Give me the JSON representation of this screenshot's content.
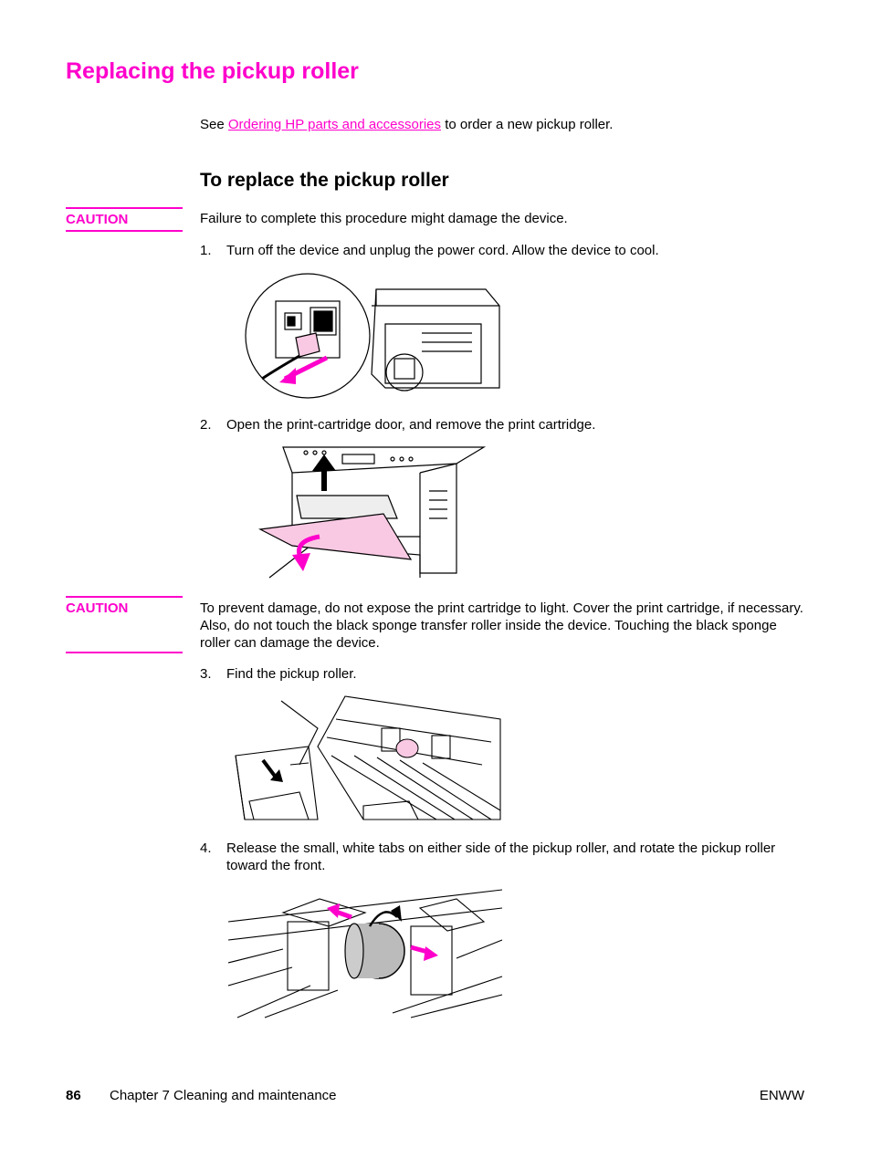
{
  "title": "Replacing the pickup roller",
  "intro": {
    "prefix": "See ",
    "link": "Ordering HP parts and accessories",
    "suffix": " to order a new pickup roller."
  },
  "subheading": "To replace the pickup roller",
  "caution1": {
    "label": "CAUTION",
    "text": "Failure to complete this procedure might damage the device."
  },
  "steps": [
    {
      "num": "1.",
      "text": "Turn off the device and unplug the power cord. Allow the device to cool."
    },
    {
      "num": "2.",
      "text": "Open the print-cartridge door, and remove the print cartridge."
    },
    {
      "num": "3.",
      "text": "Find the pickup roller."
    },
    {
      "num": "4.",
      "text": "Release the small, white tabs on either side of the pickup roller, and rotate the pickup roller toward the front."
    }
  ],
  "caution2": {
    "label": "CAUTION",
    "text": "To prevent damage, do not expose the print cartridge to light. Cover the print cartridge, if necessary. Also, do not touch the black sponge transfer roller inside the device. Touching the black sponge roller can damage the device."
  },
  "footer": {
    "page_number": "86",
    "chapter": "Chapter 7  Cleaning and maintenance",
    "right": "ENWW"
  },
  "colors": {
    "accent": "#ff00cc",
    "highlight_fill": "#f9c9e3"
  }
}
